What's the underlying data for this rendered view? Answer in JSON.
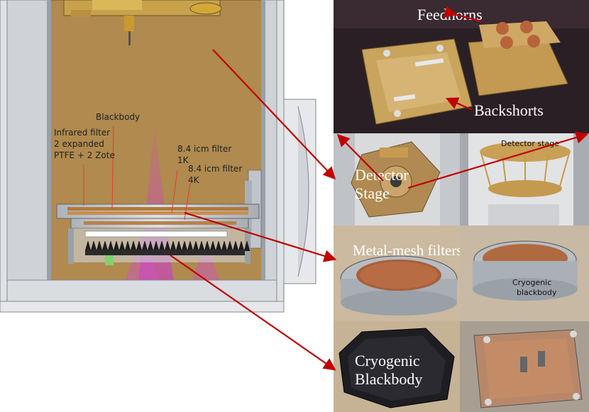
{
  "cad": {
    "labels": {
      "blackbody": "Blackbody",
      "infrared_filter": [
        "Infrared filter",
        "2 expanded",
        "PTFE + 2 Zote"
      ],
      "filter_1k": [
        "8.4 icm filter",
        "1K"
      ],
      "filter_4k": [
        "8.4 icm filter",
        "4K"
      ]
    }
  },
  "photos": {
    "feedhorns": "Feedhorns",
    "backshorts": "Backshorts",
    "detector_stage": [
      "Detector",
      "Stage"
    ],
    "detector_stage_small": "Detector stage",
    "metal_mesh_filters": "Metal-mesh filters",
    "cryogenic_blackbody_small": [
      "Cryogenic",
      "blackbody"
    ],
    "cryogenic_blackbody": [
      "Cryogenic",
      "Blackbody"
    ]
  },
  "colors": {
    "arrow": "#c00000",
    "cad_background": "#b08a4e",
    "cone": "#d040c8",
    "frame_gray": "#c9cdd2",
    "label_text": "#ffffff"
  }
}
